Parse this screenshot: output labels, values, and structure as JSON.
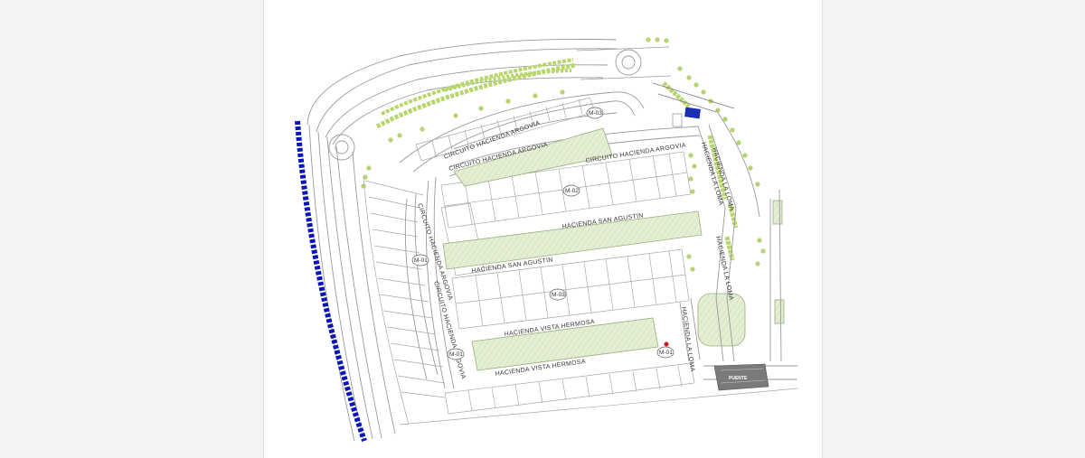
{
  "plan": {
    "streets": {
      "argovia_inner": "CIRCUITO HACIENDA ARGOVIA",
      "argovia_upper": "CIRCUITO HACIENDA ARGOVIA",
      "argovia_right": "CIRCUITO HACIENDA ARGOVIA",
      "argovia_west": "CIRCUITO HACIENDA ARGOVIA",
      "argovia_west_lower": "CIRCUITO HACIENDA ARGOVIA",
      "san_agustin_1": "HACIENDA SAN AGUSTIN",
      "san_agustin_2": "HACIENDA SAN AGUSTIN",
      "vista_hermosa_1": "HACIENDA VISTA HERMOSA",
      "vista_hermosa_2": "HACIENDA VISTA HERMOSA",
      "la_loma_1": "HACIENDA LA LOMA",
      "la_loma_2": "HACIENDA LA LOMA",
      "la_loma_3": "HACIENDA LA LOMA",
      "la_loma_4": "HACIENDA LA LOMA"
    },
    "blocks": {
      "m03_top": "M-03",
      "m02": "M-02",
      "m03": "M-03",
      "m01_west": "M-01",
      "m01_sw": "M-01",
      "m01_se": "M-01"
    },
    "puente": "PUENTE",
    "colors": {
      "sheet": "#ffffff",
      "viewer_bg": "#f3f3f3",
      "line": "#9a9a9a",
      "green_area": "#e4eed5",
      "tree": "#b7d66c",
      "boundary_blue": "#0a14b8",
      "marker": "#d11a1a"
    }
  }
}
